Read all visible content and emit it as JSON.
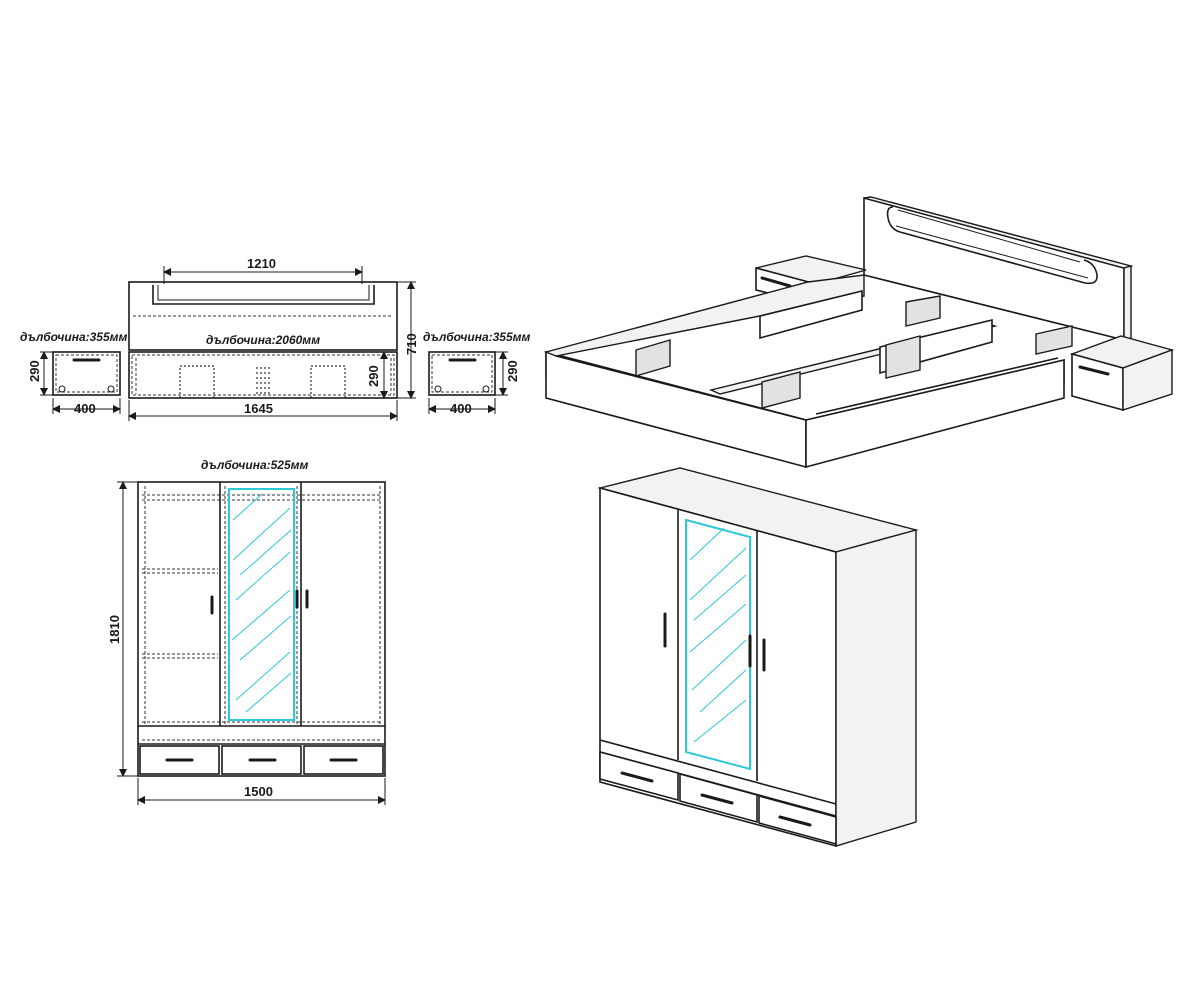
{
  "front_views": {
    "headboard_recess_width": "1210",
    "bed_height": "710",
    "bed_width": "1645",
    "bed_depth_label": "дълбочина:2060мм",
    "bed_frame_height": "290",
    "nightstand_left": {
      "depth_label": "дълбочина:355мм",
      "height": "290",
      "width": "400"
    },
    "nightstand_right": {
      "depth_label": "дълбочина:355мм",
      "height": "290",
      "width": "400"
    },
    "wardrobe": {
      "depth_label": "дълбочина:525мм",
      "height": "1810",
      "width": "1500"
    }
  },
  "colors": {
    "line": "#1a1a1a",
    "mirror": "#2ec8d6",
    "background": "#ffffff"
  }
}
